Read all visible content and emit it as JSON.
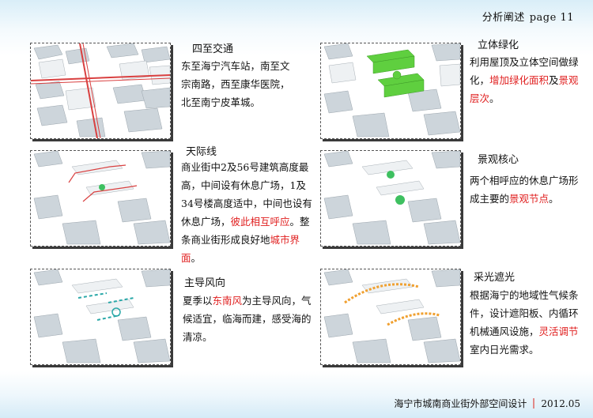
{
  "header": {
    "title": "分析阐述",
    "page_label": "page 11"
  },
  "footer": {
    "project": "海宁市城南商业街外部空间设计",
    "date": "2012.05"
  },
  "colors": {
    "highlight": "#e02020",
    "road_red": "#d94040",
    "green": "#5fcf3f",
    "wind": "#2aa8a8",
    "orange": "#f0a030"
  },
  "panels": [
    {
      "title": "四至交通",
      "desc": {
        "t1": "东至海宁汽车站，南至文宗南路，西至康华医院，北至南宁皮革城。",
        "h1": "",
        "t2": "",
        "h2": "",
        "t3": ""
      }
    },
    {
      "title": "立体绿化",
      "desc": {
        "t1": "利用屋顶及立体空间做绿化，",
        "h1": "增加绿化面积",
        "t2": "及",
        "h2": "景观层次",
        "t3": "。"
      }
    },
    {
      "title": "天际线",
      "desc": {
        "t1": "商业街中2及56号建筑高度最高，中间设有休息广场，1及34号楼高度适中，中间也设有休息广场，",
        "h1": "彼此相互呼应",
        "t2": "。整条商业街形成良好地",
        "h2": "城市界面",
        "t3": "。"
      }
    },
    {
      "title": "景观核心",
      "desc": {
        "t1": "两个相呼应的休息广场形成主要的",
        "h1": "景观节点",
        "t2": "。",
        "h2": "",
        "t3": ""
      }
    },
    {
      "title": "主导风向",
      "desc": {
        "t1": "夏季以",
        "h1": "东南风",
        "t2": "为主导风向，气候适宜，临海而建，感受海的清凉。",
        "h2": "",
        "t3": ""
      }
    },
    {
      "title": "采光遮光",
      "desc": {
        "t1": "根据海宁的地域性气候条件，设计遮阳板、内循环机械通风设施，",
        "h1": "灵活调节",
        "t2": "室内日光需求。",
        "h2": "",
        "t3": ""
      }
    }
  ]
}
